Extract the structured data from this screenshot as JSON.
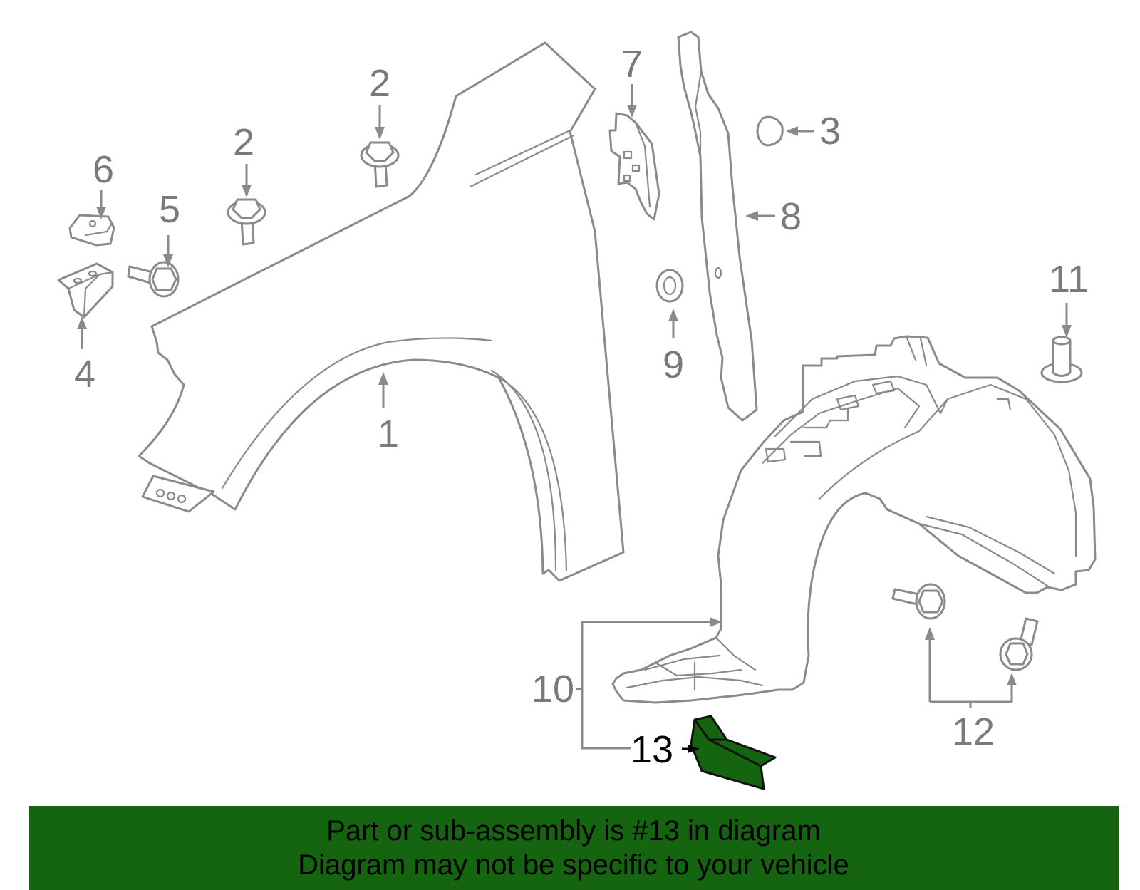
{
  "callouts": {
    "c1": "1",
    "c2a": "2",
    "c2b": "2",
    "c3": "3",
    "c4": "4",
    "c5": "5",
    "c6": "6",
    "c7": "7",
    "c8": "8",
    "c9": "9",
    "c10": "10",
    "c11": "11",
    "c12": "12",
    "c13": "13"
  },
  "highlight": {
    "part_number": "13",
    "color": "#156410"
  },
  "banner": {
    "background": "#156410",
    "line1": "Part or sub-assembly is #13 in diagram",
    "line2": "Diagram may not be specific to your vehicle"
  }
}
